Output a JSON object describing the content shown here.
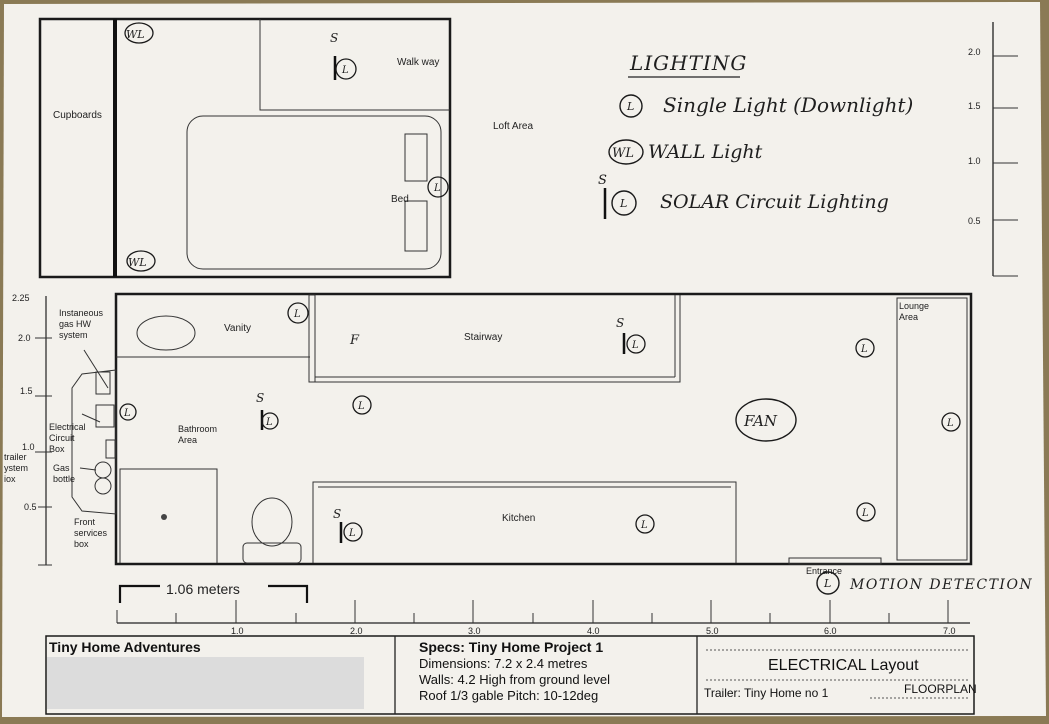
{
  "loft": {
    "cupboards": "Cupboards",
    "walkway": "Walk way",
    "loft_area": "Loft Area",
    "bed": "Bed"
  },
  "legend": {
    "title": "LIGHTING",
    "single": "Single Light (Downlight)",
    "wall": "WALL Light",
    "solar": "SOLAR Circuit Lighting",
    "motion": "MOTION DETECTION"
  },
  "symbols": {
    "light": "L",
    "wall_light": "WL",
    "switch": "S",
    "fridge": "F",
    "fan": "FAN"
  },
  "floor": {
    "instant_gas": [
      "Instaneous",
      "gas HW",
      "system"
    ],
    "vanity": "Vanity",
    "stairway": "Stairway",
    "lounge": [
      "Lounge",
      "Area"
    ],
    "electrical_box": [
      "Electrical",
      "Circuit",
      "Box"
    ],
    "bathroom": [
      "Bathroom",
      "Area"
    ],
    "trailer_box": [
      "trailer",
      "ystem",
      "iox"
    ],
    "gas_bottle": [
      "Gas",
      "bottle"
    ],
    "kitchen": "Kitchen",
    "front_box": [
      "Front",
      "services",
      "box"
    ],
    "entrance": "Entrance"
  },
  "scale": {
    "left": [
      "2.25",
      "2.0",
      "1.5",
      "1.0",
      "0.5"
    ],
    "right": [
      "2.0",
      "1.5",
      "1.0",
      "0.5"
    ],
    "bottom": [
      "1.0",
      "2.0",
      "3.0",
      "4.0",
      "5.0",
      "6.0",
      "7.0"
    ],
    "dimension": "1.06 meters"
  },
  "title_block": {
    "company": "Tiny Home Adventures",
    "specs_title": "Specs: Tiny Home Project 1",
    "dimensions": "Dimensions: 7.2 x 2.4 metres",
    "walls": "Walls: 4.2 High from ground level",
    "roof": "Roof 1/3 gable Pitch: 10-12deg",
    "layout": "ELECTRICAL  Layout",
    "trailer": "Trailer: Tiny Home no 1",
    "floorplan": "FLOORPLAN"
  }
}
